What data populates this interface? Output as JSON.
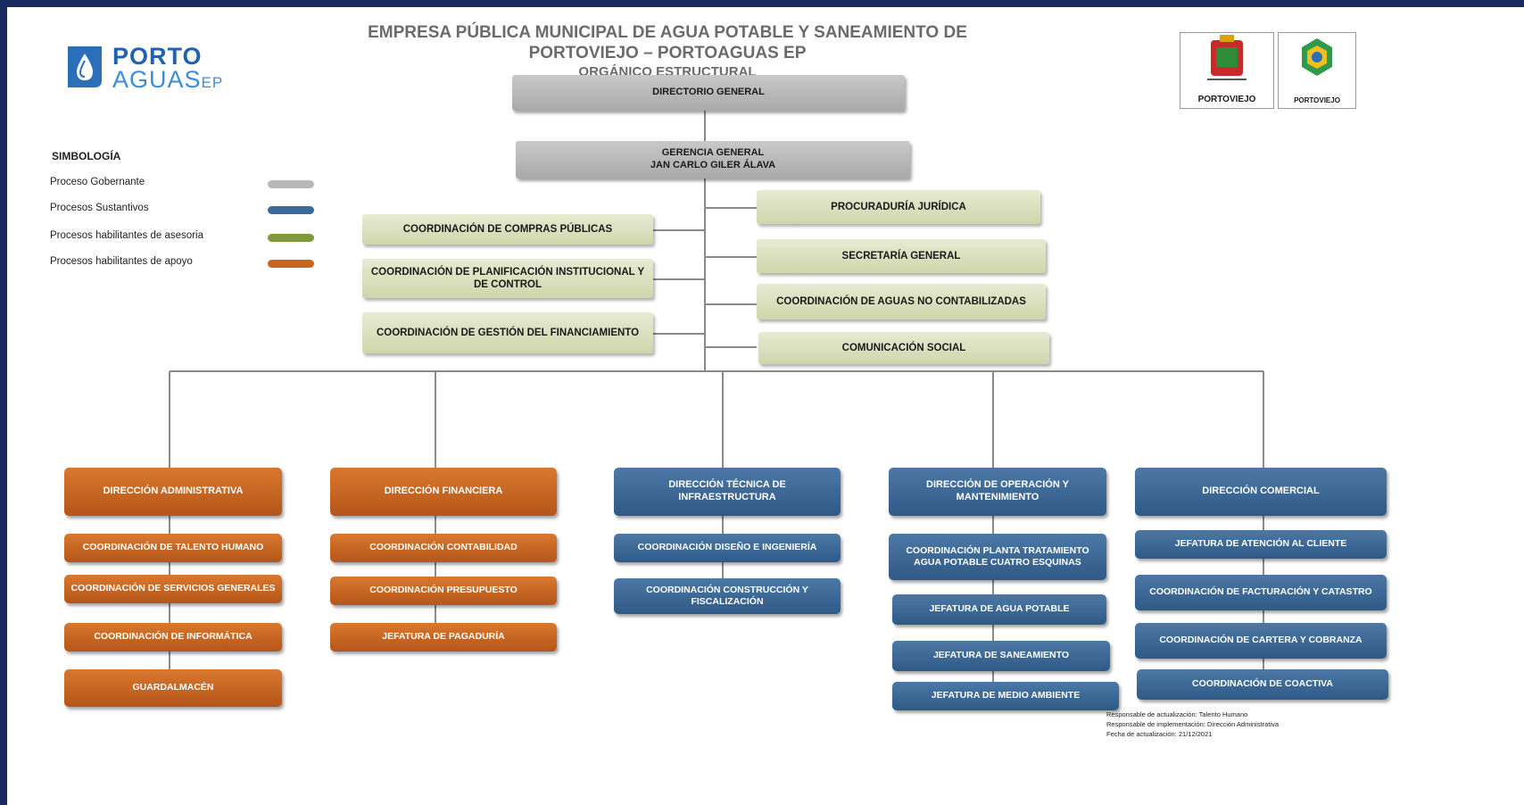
{
  "header": {
    "line1": "EMPRESA PÚBLICA MUNICIPAL DE AGUA POTABLE Y SANEAMIENTO DE",
    "line2": "PORTOVIEJO – PORTOAGUAS EP",
    "line3": "ORGÁNICO ESTRUCTURAL"
  },
  "logo": {
    "word1": "PORTO",
    "word2": "AGUAS",
    "suffix": "EP"
  },
  "seals": {
    "left_text": "PORTOVIEJO",
    "right_text": "PORTOVIEJO"
  },
  "legend": {
    "title": "SIMBOLOGÍA",
    "items": [
      {
        "label": "Proceso Gobernante",
        "color": "#b8b8b8"
      },
      {
        "label": "Procesos Sustantivos",
        "color": "#3a6a9c"
      },
      {
        "label": "Procesos habilitantes de asesoria",
        "color": "#7f9a3c"
      },
      {
        "label": "Procesos habilitantes de apoyo",
        "color": "#c8661e"
      }
    ]
  },
  "governing": {
    "board": "DIRECTORIO GENERAL",
    "manager_title": "GERENCIA GENERAL",
    "manager_name": "JAN CARLO GILER ÁLAVA"
  },
  "advisory_left": [
    "COORDINACIÓN DE COMPRAS PÚBLICAS",
    "COORDINACIÓN DE PLANIFICACIÓN INSTITUCIONAL Y DE CONTROL",
    "COORDINACIÓN DE GESTIÓN DEL FINANCIAMIENTO"
  ],
  "advisory_right": [
    "PROCURADURÍA JURÍDICA",
    "SECRETARÍA GENERAL",
    "COORDINACIÓN DE AGUAS NO CONTABILIZADAS",
    "COMUNICACIÓN SOCIAL"
  ],
  "directions": [
    {
      "name": "DIRECCIÓN ADMINISTRATIVA",
      "type": "apoyo",
      "units": [
        "COORDINACIÓN DE TALENTO HUMANO",
        "COORDINACIÓN DE SERVICIOS GENERALES",
        "COORDINACIÓN DE INFORMÁTICA",
        "GUARDALMACÉN"
      ]
    },
    {
      "name": "DIRECCIÓN FINANCIERA",
      "type": "apoyo",
      "units": [
        "COORDINACIÓN CONTABILIDAD",
        "COORDINACIÓN PRESUPUESTO",
        "JEFATURA DE PAGADURÍA"
      ]
    },
    {
      "name": "DIRECCIÓN TÉCNICA DE INFRAESTRUCTURA",
      "type": "sustantivo",
      "units": [
        "COORDINACIÓN DISEÑO E INGENIERÍA",
        "COORDINACIÓN CONSTRUCCIÓN Y FISCALIZACIÓN"
      ]
    },
    {
      "name": "DIRECCIÓN DE OPERACIÓN Y MANTENIMIENTO",
      "type": "sustantivo",
      "units": [
        "COORDINACIÓN PLANTA TRATAMIENTO AGUA POTABLE CUATRO ESQUINAS",
        "JEFATURA DE AGUA POTABLE",
        "JEFATURA DE SANEAMIENTO",
        "JEFATURA DE MEDIO AMBIENTE"
      ]
    },
    {
      "name": "DIRECCIÓN COMERCIAL",
      "type": "sustantivo",
      "units": [
        "JEFATURA DE ATENCIÓN AL CLIENTE",
        "COORDINACIÓN DE FACTURACIÓN Y CATASTRO",
        "COORDINACIÓN DE CARTERA Y COBRANZA",
        "COORDINACIÓN DE COACTIVA"
      ]
    }
  ],
  "footer": {
    "line1": "Responsable de actualización: Talento Humano",
    "line2": "Responsable de implementación: Dirección Administrativa",
    "line3": "Fecha de actualización: 21/12/2021"
  }
}
